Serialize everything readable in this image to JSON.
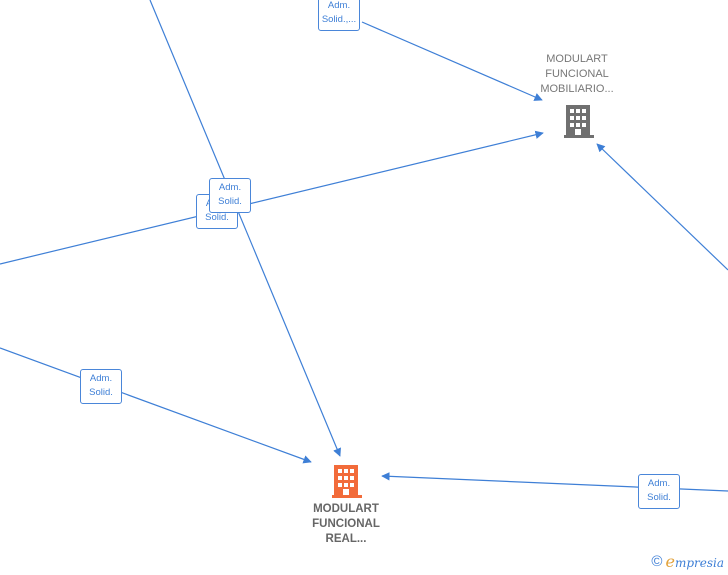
{
  "nodes": {
    "company_top": {
      "label": "MODULART\nFUNCIONAL\nMOBILIARIO...",
      "icon": "office-building-icon",
      "color": "#707070"
    },
    "company_main": {
      "label": "MODULART\nFUNCIONAL\nREAL...",
      "icon": "office-building-icon",
      "color": "#f26b3a"
    }
  },
  "edges": [
    {
      "label": "Adm.\nSolid.,..."
    },
    {
      "label": "Adm.\nSolid."
    },
    {
      "label": "Adm.\nSolid."
    },
    {
      "label": "Adm.\nSolid."
    },
    {
      "label": "Adm.\nSolid."
    }
  ],
  "edge_color": "#3e7fd6",
  "footer": {
    "copyright_symbol": "©",
    "brand_initial": "e",
    "brand_rest": "mpresia"
  }
}
